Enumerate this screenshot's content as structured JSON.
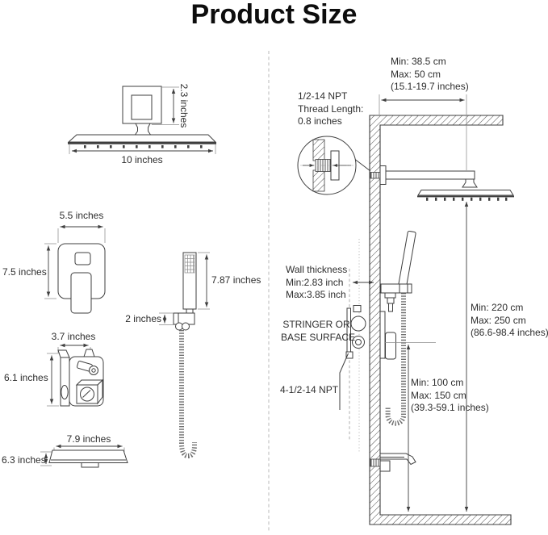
{
  "title": "Product Size",
  "left": {
    "shower_head": {
      "depth": "2.3 inches",
      "width": "10 inches"
    },
    "valve_trim": {
      "width": "5.5 inches",
      "height": "7.5 inches"
    },
    "hand_shower": {
      "length": "7.87 inches",
      "holder_depth": "2 inches"
    },
    "rough_in_valve": {
      "width": "3.7 inches",
      "height": "6.1 inches"
    },
    "tub_spout": {
      "width": "7.9 inches",
      "height": "6.3 inches"
    }
  },
  "right": {
    "arm_range": [
      "Min: 38.5 cm",
      "Max: 50 cm",
      "(15.1-19.7 inches)"
    ],
    "thread_note": [
      "1/2-14 NPT",
      "Thread Length:",
      "0.8 inches"
    ],
    "wall_thickness": [
      "Wall thickness",
      "Min:2.83 inch",
      "Max:3.85 inch"
    ],
    "stringer_note": [
      "STRINGER OR",
      "BASE SURFACE"
    ],
    "valve_ports": "4-1/2-14 NPT",
    "head_height": [
      "Min: 220 cm",
      "Max: 250 cm",
      "(86.6-98.4 inches)"
    ],
    "valve_height": [
      "Min: 100 cm",
      "Max: 150 cm",
      "(39.3-59.1 inches)"
    ]
  },
  "colors": {
    "line": "#3f3f3f",
    "text": "#2e2e2e",
    "divider": "#b8b8b8"
  }
}
